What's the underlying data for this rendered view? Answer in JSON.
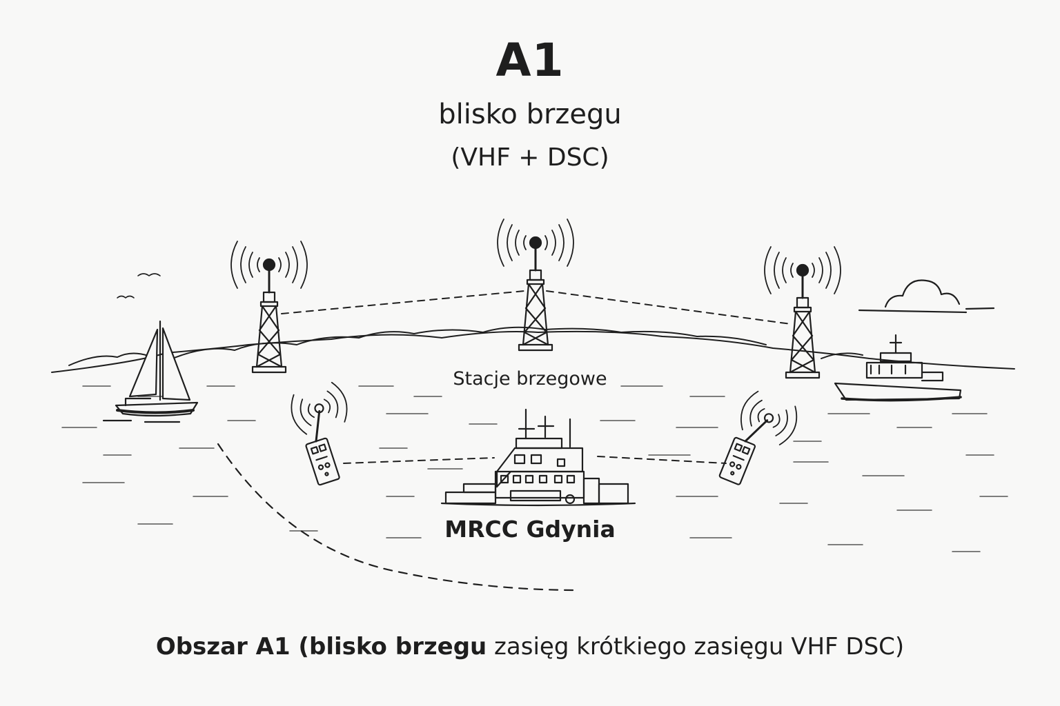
{
  "header": {
    "title": "A1",
    "subtitle": "blisko brzegu",
    "systems": "(VHF + DSC)"
  },
  "scene": {
    "shore_stations_label": "Stacje brzegowe",
    "coordination_center_label": "MRCC Gdynia",
    "shore_stations": [
      {
        "id": "left",
        "type": "radio-tower"
      },
      {
        "id": "center",
        "type": "radio-tower"
      },
      {
        "id": "right",
        "type": "radio-tower"
      }
    ],
    "vessels": [
      {
        "id": "sailboat",
        "type": "sailing-yacht"
      },
      {
        "id": "motor-yacht",
        "type": "motor-vessel"
      },
      {
        "id": "mrcc-ship",
        "type": "rescue-center-ship"
      }
    ],
    "beacons": [
      {
        "id": "left-beacon",
        "type": "epirb-handheld-radio"
      },
      {
        "id": "right-beacon",
        "type": "epirb-handheld-radio"
      }
    ],
    "range_boundary": "dashed-arc"
  },
  "footer": {
    "bold_part": "Obszar A1 (blisko brzegu",
    "regular_part": " zasięg krótkiego zasięgu VHF DSC)"
  },
  "colors": {
    "background": "#f8f8f7",
    "ink": "#1e1e1e"
  }
}
